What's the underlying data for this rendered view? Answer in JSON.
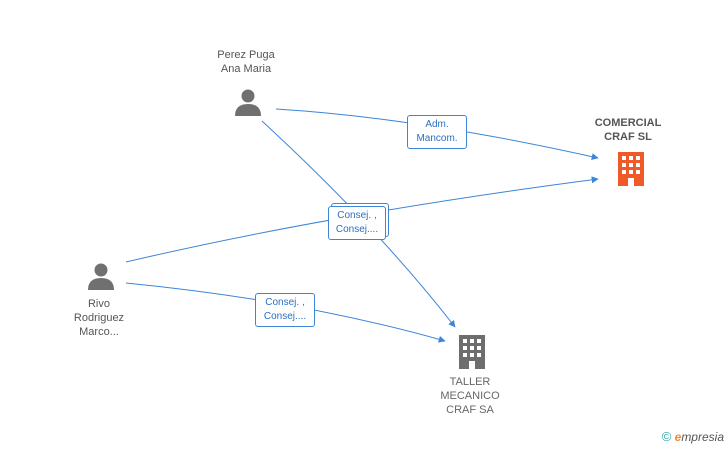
{
  "people": [
    {
      "id": "perez",
      "name_lines": [
        "Perez Puga",
        "Ana Maria"
      ]
    },
    {
      "id": "rivo",
      "name_lines": [
        "Rivo",
        "Rodriguez",
        "Marco..."
      ]
    }
  ],
  "companies": [
    {
      "id": "comercial",
      "name_lines": [
        "COMERCIAL",
        "CRAF SL"
      ],
      "color": "#f05a28"
    },
    {
      "id": "taller",
      "name_lines": [
        "TALLER",
        "MECANICO",
        "CRAF SA"
      ],
      "color": "#6e6e6e"
    }
  ],
  "relations": [
    {
      "id": "rel-adm",
      "lines": [
        "Adm.",
        "Mancom."
      ]
    },
    {
      "id": "rel-consej-center",
      "lines": [
        "Consej. ,",
        "Consej...."
      ]
    },
    {
      "id": "rel-consej-lower",
      "lines": [
        "Consej. ,",
        "Consej...."
      ]
    }
  ],
  "colors": {
    "edge": "#3d85d6",
    "person": "#707070"
  },
  "watermark": {
    "copyright": "©",
    "e": "e",
    "brand": "mpresia"
  }
}
